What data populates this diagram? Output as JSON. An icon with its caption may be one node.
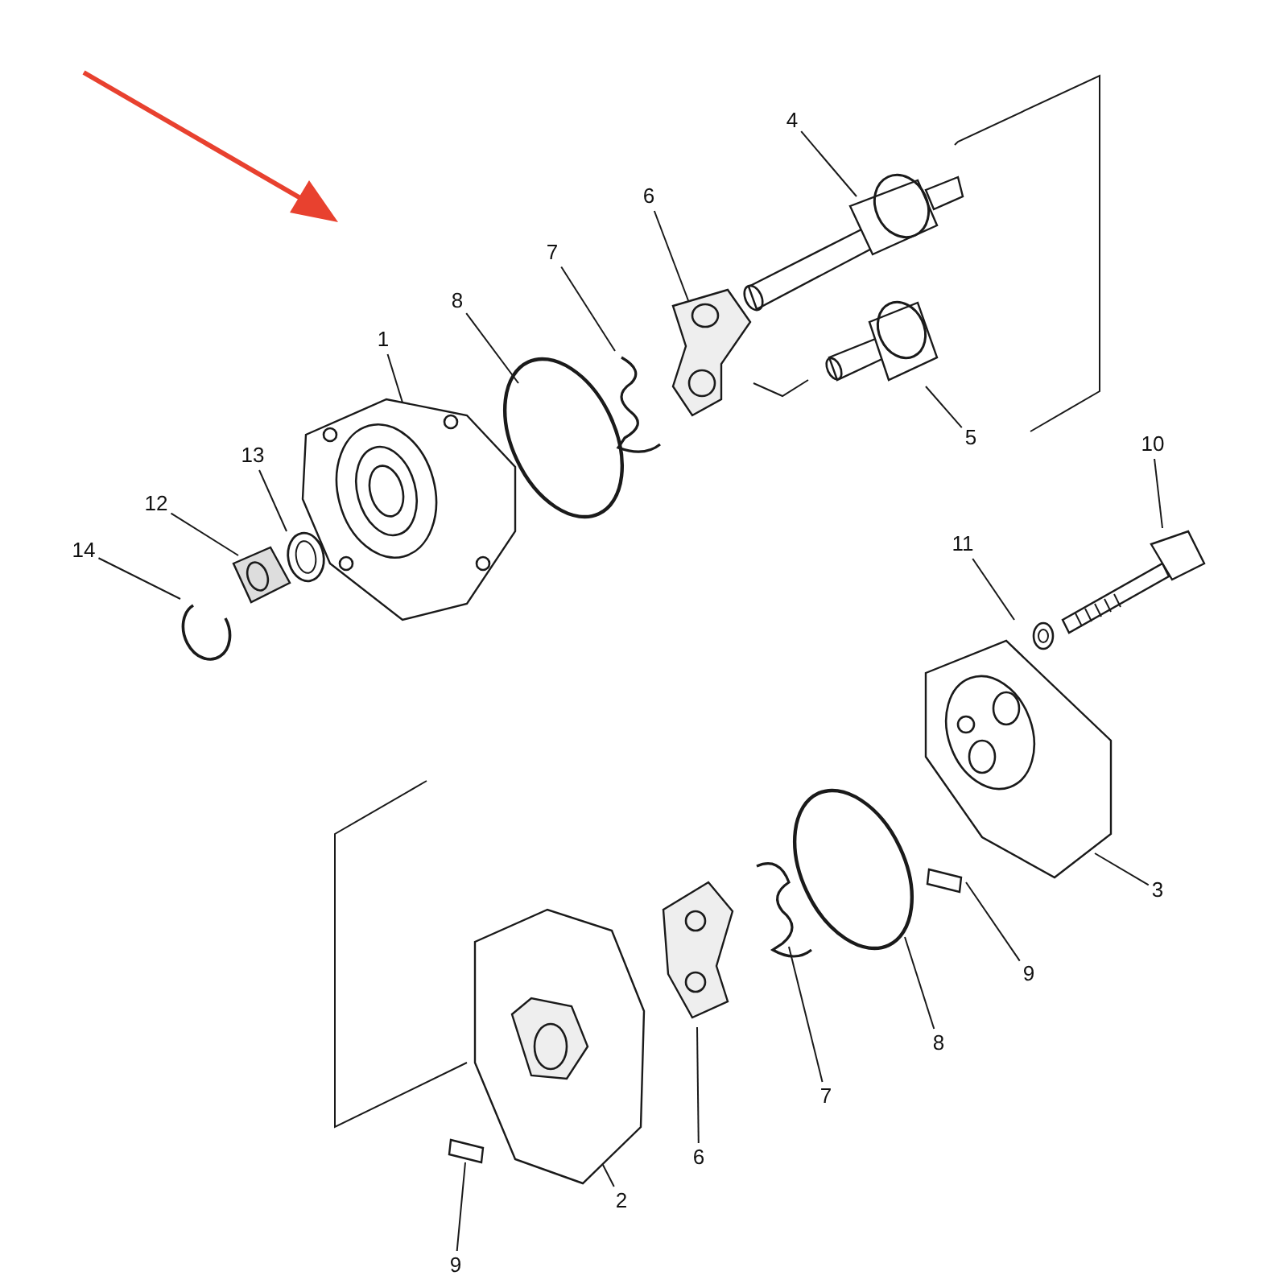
{
  "diagram": {
    "nodes": [
      {
        "text": [
          "4"
        ]
      },
      {
        "text": [
          "6"
        ]
      },
      {
        "text": [
          "7"
        ]
      },
      {
        "text": [
          "8"
        ]
      },
      {
        "text": [
          "1"
        ]
      },
      {
        "text": [
          "5"
        ]
      },
      {
        "text": [
          "10"
        ]
      },
      {
        "text": [
          "13"
        ]
      },
      {
        "text": [
          "12"
        ]
      },
      {
        "text": [
          "11"
        ]
      },
      {
        "text": [
          "14"
        ]
      },
      {
        "text": [
          "3"
        ]
      },
      {
        "text": [
          "9"
        ]
      },
      {
        "text": [
          "8"
        ]
      },
      {
        "text": [
          "7"
        ]
      },
      {
        "text": [
          "6"
        ]
      },
      {
        "text": [
          "2"
        ]
      },
      {
        "text": [
          "9"
        ]
      },
      {
        "text": [],
        "shape": "picture"
      },
      {
        "text": [],
        "shape": "picture"
      },
      {
        "text": [],
        "shape": "picture"
      },
      {
        "text": [],
        "shape": "circle"
      },
      {
        "text": [],
        "shape": "picture"
      },
      {
        "text": [],
        "shape": "picture"
      },
      {
        "text": [],
        "shape": "picture"
      },
      {
        "text": [],
        "shape": "picture"
      },
      {
        "text": [],
        "shape": "picture"
      },
      {
        "text": [],
        "shape": "picture"
      },
      {
        "text": [],
        "shape": "picture"
      },
      {
        "text": [],
        "shape": "picture"
      },
      {
        "text": [],
        "shape": "cylinder"
      },
      {
        "text": [],
        "shape": "circle"
      },
      {
        "text": [],
        "shape": "picture"
      },
      {
        "text": [],
        "shape": "picture"
      },
      {
        "text": [],
        "shape": "picture"
      },
      {
        "text": [],
        "shape": "cylinder"
      }
    ],
    "edges": [
      {
        "from": 0,
        "to": 18,
        "arrow": "none"
      },
      {
        "from": 1,
        "to": 19,
        "arrow": "none"
      },
      {
        "from": 2,
        "to": 20,
        "arrow": "none"
      },
      {
        "from": 3,
        "to": 21,
        "arrow": "none"
      },
      {
        "from": 4,
        "to": 22,
        "arrow": "none"
      },
      {
        "from": 5,
        "to": 23,
        "arrow": "none"
      },
      {
        "from": 6,
        "to": 24,
        "arrow": "none"
      },
      {
        "from": 7,
        "to": 25,
        "arrow": "none"
      },
      {
        "from": 8,
        "to": 26,
        "arrow": "none"
      },
      {
        "from": 9,
        "to": 27,
        "arrow": "none"
      },
      {
        "from": 10,
        "to": 28,
        "arrow": "none"
      },
      {
        "from": 11,
        "to": 29,
        "arrow": "none"
      },
      {
        "from": 12,
        "to": 30,
        "arrow": "none"
      },
      {
        "from": 13,
        "to": 31,
        "arrow": "none"
      },
      {
        "from": 14,
        "to": 32,
        "arrow": "none"
      },
      {
        "from": 15,
        "to": 33,
        "arrow": "none"
      },
      {
        "from": 16,
        "to": 34,
        "arrow": "none"
      },
      {
        "from": 17,
        "to": 35,
        "arrow": "none"
      }
    ]
  }
}
